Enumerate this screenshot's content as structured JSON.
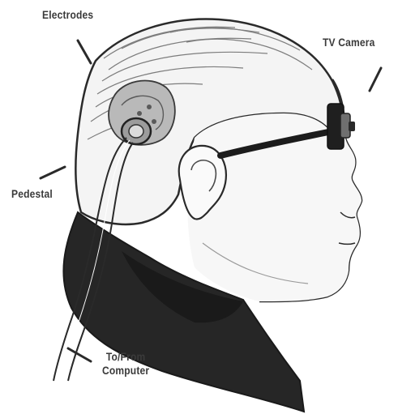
{
  "labels": {
    "electrodes": "Electrodes",
    "tv_camera": "TV Camera",
    "pedestal": "Pedestal",
    "to_from_computer": [
      "To/From",
      "Computer"
    ]
  },
  "colors": {
    "background": "#ffffff",
    "outline": "#2a2a2a",
    "collar": "#262626",
    "label_text": "#3a3a3a",
    "shading": "#7d7d7d"
  }
}
